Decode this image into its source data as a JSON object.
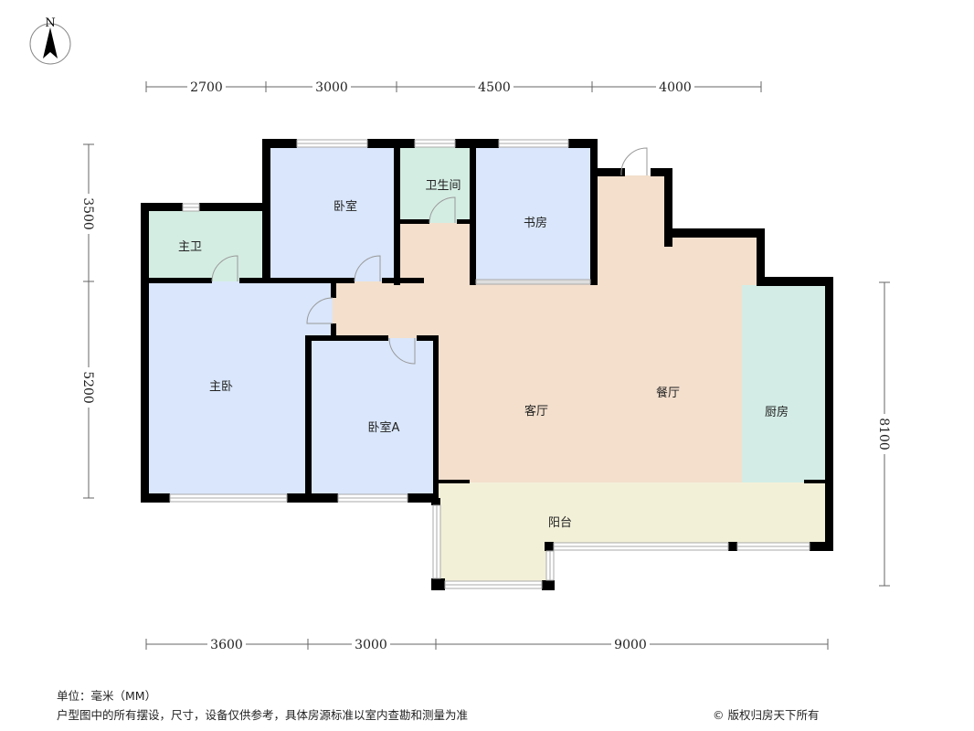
{
  "compass": {
    "label": "N"
  },
  "rooms": {
    "master_bath": "主卫",
    "bedroom": "卧室",
    "bathroom": "卫生间",
    "study": "书房",
    "master_bedroom": "主卧",
    "bedroom_a": "卧室A",
    "living_room": "客厅",
    "dining_room": "餐厅",
    "kitchen": "厨房",
    "balcony": "阳台"
  },
  "dimensions": {
    "top": [
      "2700",
      "3000",
      "4500",
      "4000"
    ],
    "left": [
      "3500",
      "5200"
    ],
    "right": [
      "8100"
    ],
    "bottom": [
      "3600",
      "3000",
      "9000"
    ]
  },
  "colors": {
    "bedroom": "#d9e6fb",
    "bath": "#d4ede3",
    "living": "#f3dfcc",
    "kitchen": "#d3ede6",
    "balcony": "#f3f0d8",
    "wall": "#000000"
  },
  "footer": {
    "unit": "单位：毫米（MM）",
    "disclaimer": "户型图中的所有摆设，尺寸，设备仅供参考，具体房源标准以室内查勘和测量为准",
    "copyright": "© 版权归房天下所有"
  }
}
